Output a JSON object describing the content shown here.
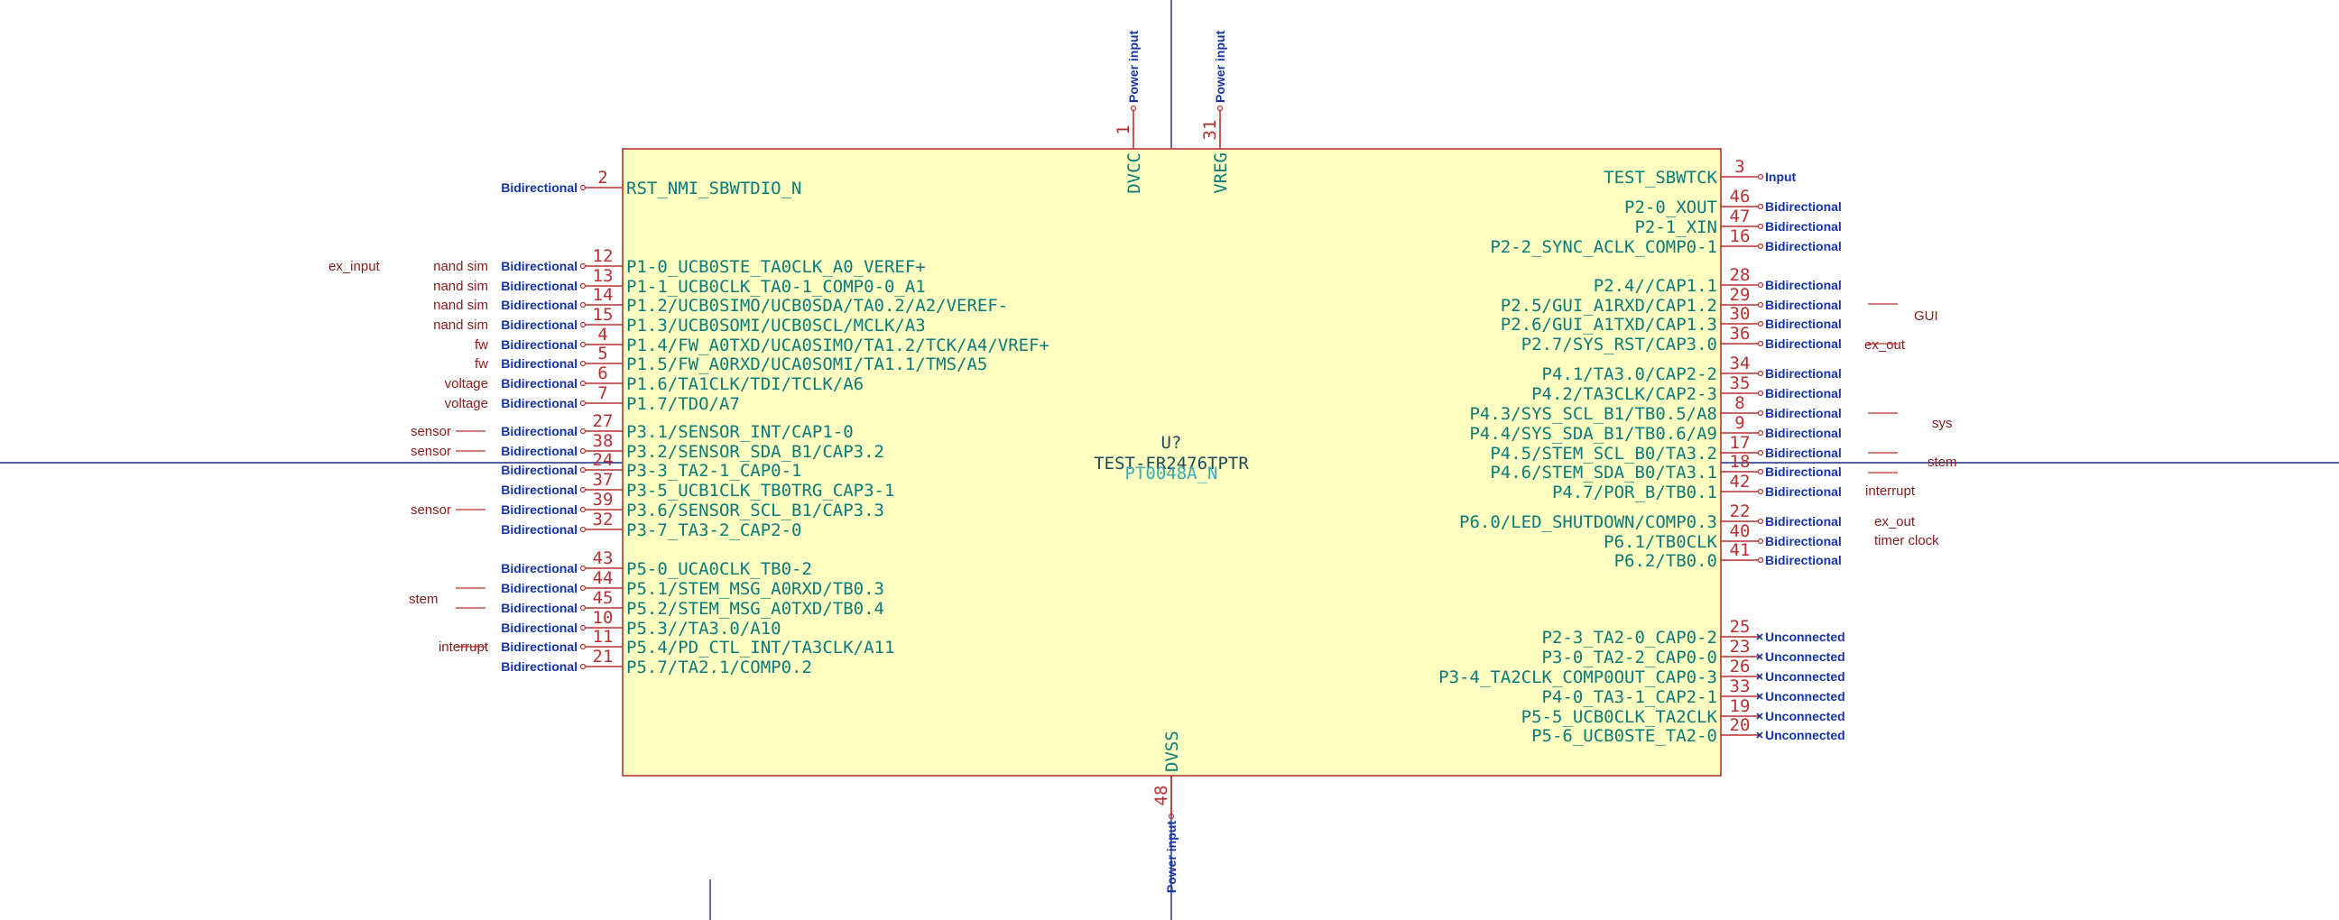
{
  "component": {
    "reference": "U?",
    "value": "TEST-FR2476TPTR",
    "footprint": "PT0048A_N"
  },
  "left_pins": [
    {
      "num": "2",
      "name": "RST_NMI_SBWTDIO_N",
      "type": "Bidirectional",
      "label": ""
    },
    {
      "num": "12",
      "name": "P1-0_UCB0STE_TA0CLK_A0_VEREF+",
      "type": "Bidirectional",
      "label": "nand sim"
    },
    {
      "num": "13",
      "name": "P1-1_UCB0CLK_TA0-1_COMP0-0_A1",
      "type": "Bidirectional",
      "label": "nand sim"
    },
    {
      "num": "14",
      "name": "P1.2/UCB0SIMO/UCB0SDA/TA0.2/A2/VEREF-",
      "type": "Bidirectional",
      "label": "nand sim"
    },
    {
      "num": "15",
      "name": "P1.3/UCB0SOMI/UCB0SCL/MCLK/A3",
      "type": "Bidirectional",
      "label": "nand sim"
    },
    {
      "num": "4",
      "name": "P1.4/FW_A0TXD/UCA0SIMO/TA1.2/TCK/A4/VREF+",
      "type": "Bidirectional",
      "label": "fw"
    },
    {
      "num": "5",
      "name": "P1.5/FW_A0RXD/UCA0SOMI/TA1.1/TMS/A5",
      "type": "Bidirectional",
      "label": "fw"
    },
    {
      "num": "6",
      "name": "P1.6/TA1CLK/TDI/TCLK/A6",
      "type": "Bidirectional",
      "label": "voltage"
    },
    {
      "num": "7",
      "name": "P1.7/TDO/A7",
      "type": "Bidirectional",
      "label": "voltage"
    },
    {
      "num": "27",
      "name": "P3.1/SENSOR_INT/CAP1-0",
      "type": "Bidirectional",
      "label": "sensor"
    },
    {
      "num": "38",
      "name": "P3.2/SENSOR_SDA_B1/CAP3.2",
      "type": "Bidirectional",
      "label": "sensor"
    },
    {
      "num": "24",
      "name": "P3-3_TA2-1_CAP0-1",
      "type": "Bidirectional",
      "label": ""
    },
    {
      "num": "37",
      "name": "P3-5_UCB1CLK_TB0TRG_CAP3-1",
      "type": "Bidirectional",
      "label": ""
    },
    {
      "num": "39",
      "name": "P3.6/SENSOR_SCL_B1/CAP3.3",
      "type": "Bidirectional",
      "label": "sensor"
    },
    {
      "num": "32",
      "name": "P3-7_TA3-2_CAP2-0",
      "type": "Bidirectional",
      "label": ""
    },
    {
      "num": "43",
      "name": "P5-0_UCA0CLK_TB0-2",
      "type": "Bidirectional",
      "label": ""
    },
    {
      "num": "44",
      "name": "P5.1/STEM_MSG_A0RXD/TB0.3",
      "type": "Bidirectional",
      "label": ""
    },
    {
      "num": "45",
      "name": "P5.2/STEM_MSG_A0TXD/TB0.4",
      "type": "Bidirectional",
      "label": ""
    },
    {
      "num": "10",
      "name": "P5.3//TA3.0/A10",
      "type": "Bidirectional",
      "label": ""
    },
    {
      "num": "11",
      "name": "P5.4/PD_CTL_INT/TA3CLK/A11",
      "type": "Bidirectional",
      "label": "interrupt"
    },
    {
      "num": "21",
      "name": "P5.7/TA2.1/COMP0.2",
      "type": "Bidirectional",
      "label": ""
    }
  ],
  "left_extra_labels": {
    "ex_input": "ex_input",
    "stem": "stem"
  },
  "right_pins": [
    {
      "num": "3",
      "name": "TEST_SBWTCK",
      "type": "Input"
    },
    {
      "num": "46",
      "name": "P2-0_XOUT",
      "type": "Bidirectional"
    },
    {
      "num": "47",
      "name": "P2-1_XIN",
      "type": "Bidirectional"
    },
    {
      "num": "16",
      "name": "P2-2_SYNC_ACLK_COMP0-1",
      "type": "Bidirectional"
    },
    {
      "num": "28",
      "name": "P2.4//CAP1.1",
      "type": "Bidirectional"
    },
    {
      "num": "29",
      "name": "P2.5/GUI_A1RXD/CAP1.2",
      "type": "Bidirectional"
    },
    {
      "num": "30",
      "name": "P2.6/GUI_A1TXD/CAP1.3",
      "type": "Bidirectional"
    },
    {
      "num": "36",
      "name": "P2.7/SYS_RST/CAP3.0",
      "type": "Bidirectional"
    },
    {
      "num": "34",
      "name": "P4.1/TA3.0/CAP2-2",
      "type": "Bidirectional"
    },
    {
      "num": "35",
      "name": "P4.2/TA3CLK/CAP2-3",
      "type": "Bidirectional"
    },
    {
      "num": "8",
      "name": "P4.3/SYS_SCL_B1/TB0.5/A8",
      "type": "Bidirectional"
    },
    {
      "num": "9",
      "name": "P4.4/SYS_SDA_B1/TB0.6/A9",
      "type": "Bidirectional"
    },
    {
      "num": "17",
      "name": "P4.5/STEM_SCL_B0/TA3.2",
      "type": "Bidirectional"
    },
    {
      "num": "18",
      "name": "P4.6/STEM_SDA_B0/TA3.1",
      "type": "Bidirectional"
    },
    {
      "num": "42",
      "name": "P4.7/POR_B/TB0.1",
      "type": "Bidirectional"
    },
    {
      "num": "22",
      "name": "P6.0/LED_SHUTDOWN/COMP0.3",
      "type": "Bidirectional"
    },
    {
      "num": "40",
      "name": "P6.1/TB0CLK",
      "type": "Bidirectional"
    },
    {
      "num": "41",
      "name": "P6.2/TB0.0",
      "type": "Bidirectional"
    },
    {
      "num": "25",
      "name": "P2-3_TA2-0_CAP0-2",
      "type": "Unconnected"
    },
    {
      "num": "23",
      "name": "P3-0_TA2-2_CAP0-0",
      "type": "Unconnected"
    },
    {
      "num": "26",
      "name": "P3-4_TA2CLK_COMP0OUT_CAP0-3",
      "type": "Unconnected"
    },
    {
      "num": "33",
      "name": "P4-0_TA3-1_CAP2-1",
      "type": "Unconnected"
    },
    {
      "num": "19",
      "name": "P5-5_UCB0CLK_TA2CLK",
      "type": "Unconnected"
    },
    {
      "num": "20",
      "name": "P5-6_UCB0STE_TA2-0",
      "type": "Unconnected"
    }
  ],
  "right_labels": {
    "gui": "GUI",
    "ex_out_1": "ex_out",
    "sys": "sys",
    "stem": "stem",
    "interrupt": "interrupt",
    "ex_out_2": "ex_out",
    "timer_clock": "timer clock"
  },
  "top_pins": [
    {
      "num": "1",
      "name": "DVCC",
      "type": "Power input"
    },
    {
      "num": "31",
      "name": "VREG",
      "type": "Power input"
    }
  ],
  "bottom_pins": [
    {
      "num": "48",
      "name": "DVSS",
      "type": "Power input"
    }
  ]
}
